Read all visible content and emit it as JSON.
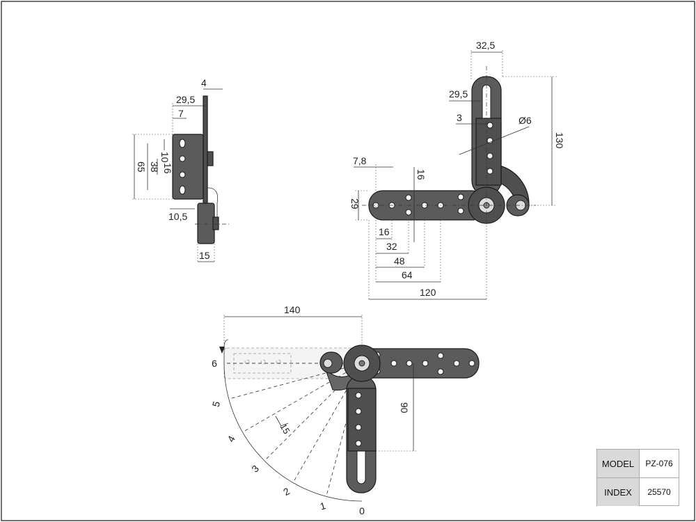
{
  "side_view": {
    "dims": [
      "4",
      "29,5",
      "7",
      "10",
      "16",
      "38",
      "65",
      "10,5",
      "15"
    ]
  },
  "top_view": {
    "dims": [
      "32,5",
      "29,5",
      "3",
      "Ø6",
      "130",
      "7,8",
      "16",
      "29",
      "16",
      "32",
      "48",
      "64",
      "120"
    ]
  },
  "bottom_view": {
    "dims": [
      "140",
      "90"
    ],
    "positions": [
      "0",
      "1",
      "2",
      "3",
      "4",
      "5",
      "6"
    ],
    "step_angle": "15"
  },
  "title_block": {
    "model_label": "MODEL",
    "model_value": "PZ-076",
    "index_label": "INDEX",
    "index_value": "25570"
  },
  "colors": {
    "part_fill": "#4f4f4f",
    "header_fill": "#d9d9d9"
  }
}
